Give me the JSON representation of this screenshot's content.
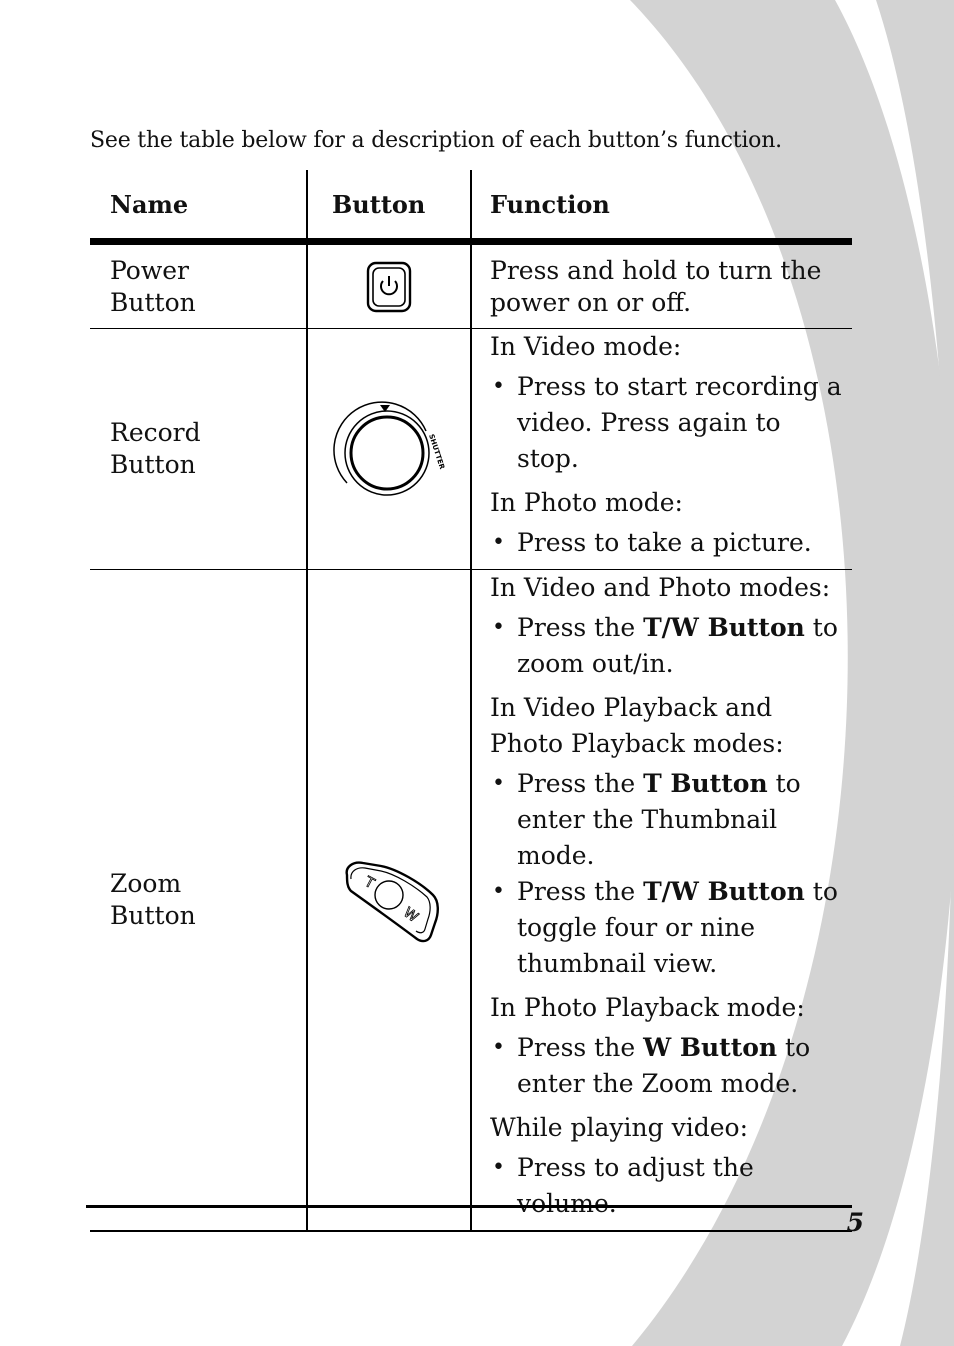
{
  "intro": "See the table below for a description of each button’s function.",
  "table": {
    "headers": {
      "name": "Name",
      "button": "Button",
      "function": "Function"
    },
    "rows": [
      {
        "name_line1": "Power",
        "name_line2": "Button",
        "icon": "power-button-icon",
        "function_text": "Press and hold to turn the power on or off."
      },
      {
        "name_line1": "Record",
        "name_line2": "Button",
        "icon": "shutter-dial-icon",
        "icon_label": "SHUTTER",
        "video_heading": "In Video mode:",
        "video_bullet": "Press to start recording a video. Press again to stop.",
        "photo_heading": "In Photo mode:",
        "photo_bullet": "Press to take a picture."
      },
      {
        "name_line1": "Zoom",
        "name_line2": "Button",
        "icon": "zoom-rocker-icon",
        "icon_label_t": "T",
        "icon_label_w": "W",
        "heading1": "In Video and Photo modes:",
        "b1_pre": "Press the ",
        "b1_bold": "T/W Button",
        "b1_post": " to zoom out/in.",
        "heading2": "In Video Playback and Photo Playback modes:",
        "b2_pre": "Press the ",
        "b2_bold": "T Button",
        "b2_post": " to enter the Thumbnail mode.",
        "b3_pre": "Press the ",
        "b3_bold": "T/W Button",
        "b3_post": " to toggle four or nine thumbnail view.",
        "heading3": "In Photo Playback mode:",
        "b4_pre": "Press the ",
        "b4_bold": "W Button",
        "b4_post": " to enter the Zoom mode.",
        "heading4": "While playing video:",
        "b5": "Press to adjust the volume."
      }
    ]
  },
  "page_number": "5",
  "colors": {
    "swoosh": "#d3d3d3",
    "rule": "#000000"
  }
}
